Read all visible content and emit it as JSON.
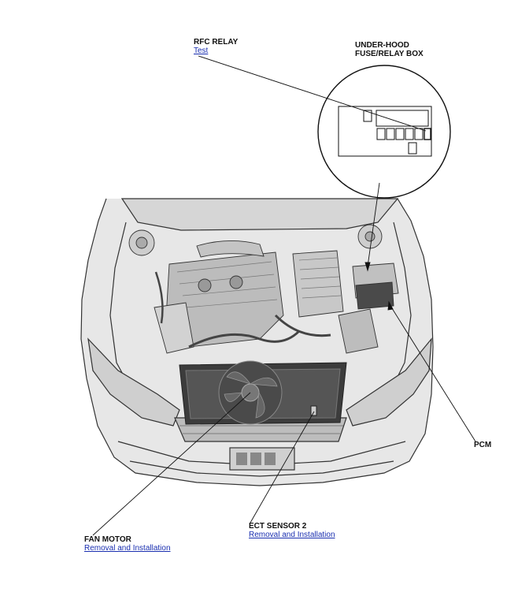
{
  "labels": {
    "rfc_relay": {
      "title": "RFC RELAY",
      "link": "Test"
    },
    "fuse_box": {
      "line1": "UNDER-HOOD",
      "line2": "FUSE/RELAY BOX"
    },
    "pcm": {
      "title": "PCM"
    },
    "fan_motor": {
      "title": "FAN MOTOR",
      "link": "Removal and Installation"
    },
    "ect_sensor": {
      "title": "ECT SENSOR 2",
      "link": "Removal and Installation"
    }
  },
  "colors": {
    "link": "#1a2fb0",
    "line": "#111111"
  }
}
